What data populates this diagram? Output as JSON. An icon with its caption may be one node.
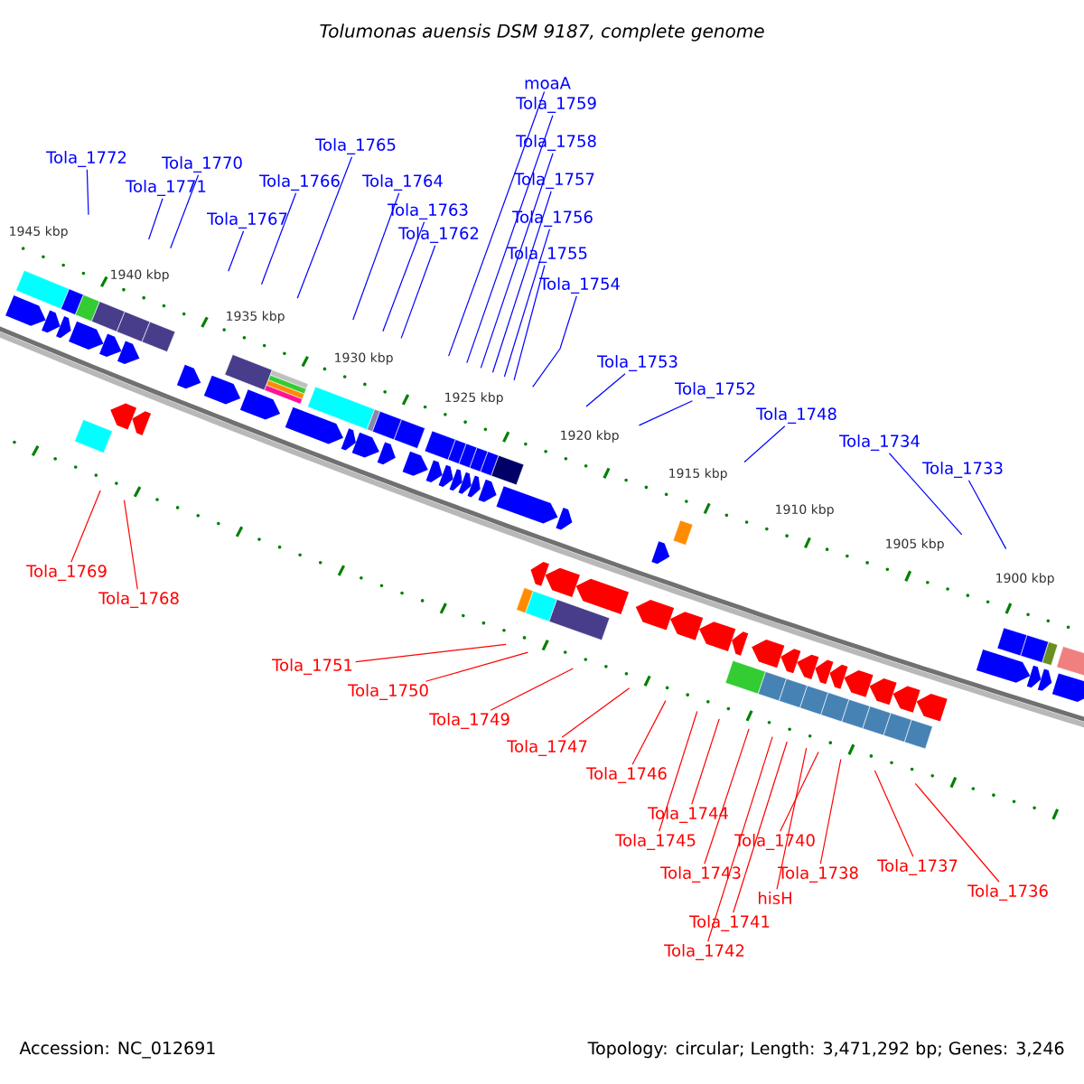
{
  "diagram": {
    "title": "Tolumonas auensis DSM 9187, complete genome",
    "nodes": [
      {
        "text": [
          "Tola_1772"
        ]
      },
      {
        "text": [
          "Tola_1771"
        ]
      },
      {
        "text": [
          "Tola_1770"
        ]
      },
      {
        "text": [
          "Tola_1767"
        ]
      },
      {
        "text": [
          "Tola_1766"
        ]
      },
      {
        "text": [
          "Tola_1765"
        ]
      },
      {
        "text": [
          "Tola_1764"
        ]
      },
      {
        "text": [
          "Tola_1763"
        ]
      },
      {
        "text": [
          "Tola_1762"
        ]
      },
      {
        "text": [
          "moaA"
        ]
      },
      {
        "text": [
          "Tola_1759"
        ]
      },
      {
        "text": [
          "Tola_1758"
        ]
      },
      {
        "text": [
          "Tola_1757"
        ]
      },
      {
        "text": [
          "Tola_1756"
        ]
      },
      {
        "text": [
          "Tola_1755"
        ]
      },
      {
        "text": [
          "Tola_1754"
        ]
      },
      {
        "text": [
          "Tola_1753"
        ]
      },
      {
        "text": [
          "Tola_1752"
        ]
      },
      {
        "text": [
          "Tola_1748"
        ]
      },
      {
        "text": [
          "Tola_1734"
        ]
      },
      {
        "text": [
          "Tola_1733"
        ]
      },
      {
        "text": [
          "Tola_1769"
        ]
      },
      {
        "text": [
          "Tola_1768"
        ]
      },
      {
        "text": [
          "Tola_1751"
        ]
      },
      {
        "text": [
          "Tola_1750"
        ]
      },
      {
        "text": [
          "Tola_1749"
        ]
      },
      {
        "text": [
          "Tola_1747"
        ]
      },
      {
        "text": [
          "Tola_1746"
        ]
      },
      {
        "text": [
          "Tola_1744"
        ]
      },
      {
        "text": [
          "Tola_1745"
        ]
      },
      {
        "text": [
          "Tola_1743"
        ]
      },
      {
        "text": [
          "Tola_1740"
        ]
      },
      {
        "text": [
          "Tola_1738"
        ]
      },
      {
        "text": [
          "hisH"
        ]
      },
      {
        "text": [
          "Tola_1741"
        ]
      },
      {
        "text": [
          "Tola_1742"
        ]
      },
      {
        "text": [
          "Tola_1737"
        ]
      },
      {
        "text": [
          "Tola_1736"
        ]
      }
    ],
    "edges": [
      {
        "from": 0,
        "to": null,
        "arrow": "none"
      },
      {
        "from": 1,
        "to": null,
        "arrow": "none"
      },
      {
        "from": 2,
        "to": null,
        "arrow": "none"
      },
      {
        "from": 3,
        "to": null,
        "arrow": "none"
      },
      {
        "from": 4,
        "to": null,
        "arrow": "none"
      },
      {
        "from": 5,
        "to": null,
        "arrow": "none"
      },
      {
        "from": 6,
        "to": null,
        "arrow": "none"
      },
      {
        "from": 7,
        "to": null,
        "arrow": "none"
      },
      {
        "from": 8,
        "to": null,
        "arrow": "none"
      },
      {
        "from": 9,
        "to": null,
        "arrow": "none"
      },
      {
        "from": 10,
        "to": null,
        "arrow": "none"
      },
      {
        "from": 11,
        "to": null,
        "arrow": "none"
      },
      {
        "from": 12,
        "to": null,
        "arrow": "none"
      },
      {
        "from": 13,
        "to": null,
        "arrow": "none"
      },
      {
        "from": 14,
        "to": null,
        "arrow": "none"
      },
      {
        "from": 15,
        "to": null,
        "arrow": "none"
      },
      {
        "from": 16,
        "to": null,
        "arrow": "none"
      },
      {
        "from": 17,
        "to": null,
        "arrow": "none"
      },
      {
        "from": 18,
        "to": null,
        "arrow": "none"
      },
      {
        "from": 19,
        "to": null,
        "arrow": "none"
      },
      {
        "from": 20,
        "to": null,
        "arrow": "none"
      },
      {
        "from": 21,
        "to": null,
        "arrow": "none",
        "color": "#ff0000"
      },
      {
        "from": 22,
        "to": null,
        "arrow": "none",
        "color": "#ff0000"
      },
      {
        "from": 23,
        "to": null,
        "arrow": "none",
        "color": "#ff0000"
      },
      {
        "from": 24,
        "to": null,
        "arrow": "none",
        "color": "#ff0000"
      },
      {
        "from": 25,
        "to": null,
        "arrow": "none",
        "color": "#ff0000"
      },
      {
        "from": 26,
        "to": null,
        "arrow": "none",
        "color": "#ff0000"
      },
      {
        "from": 27,
        "to": null,
        "arrow": "none",
        "color": "#ff0000"
      },
      {
        "from": 28,
        "to": null,
        "arrow": "none",
        "color": "#ff0000"
      },
      {
        "from": 29,
        "to": null,
        "arrow": "none",
        "color": "#ff0000"
      },
      {
        "from": 30,
        "to": null,
        "arrow": "none",
        "color": "#ff0000"
      },
      {
        "from": 31,
        "to": null,
        "arrow": "none",
        "color": "#ff0000"
      },
      {
        "from": 32,
        "to": null,
        "arrow": "none",
        "color": "#ff0000"
      },
      {
        "from": 33,
        "to": null,
        "arrow": "none",
        "color": "#ff0000"
      },
      {
        "from": 34,
        "to": null,
        "arrow": "none",
        "color": "#ff0000"
      },
      {
        "from": 35,
        "to": null,
        "arrow": "none",
        "color": "#ff0000"
      },
      {
        "from": 36,
        "to": null,
        "arrow": "none",
        "color": "#ff0000"
      },
      {
        "from": 37,
        "to": null,
        "arrow": "none",
        "color": "#ff0000"
      }
    ],
    "labels": [
      "1945 kbp",
      "1940 kbp",
      "1935 kbp",
      "1930 kbp",
      "1925 kbp",
      "1920 kbp",
      "1915 kbp",
      "1910 kbp",
      "1905 kbp",
      "1900 kbp",
      "Accession: NC_012691",
      "Topology: circular; Length: 3,471,292 bp; Genes: 3,246"
    ]
  }
}
